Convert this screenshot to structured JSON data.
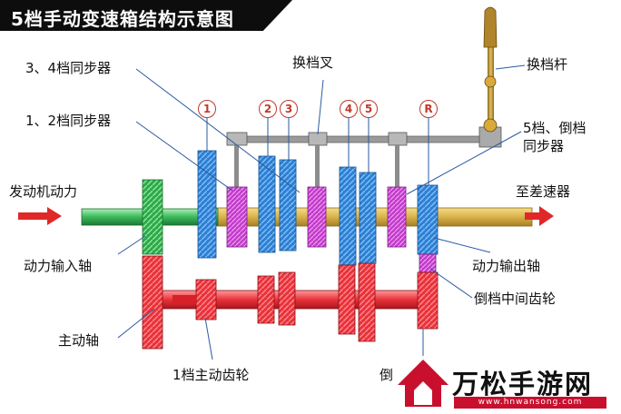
{
  "title": "5档手动变速箱结构示意图",
  "labels": {
    "sync_34": "3、4档同步器",
    "sync_12": "1、2档同步器",
    "shift_fork": "换档叉",
    "shift_lever": "换档杆",
    "sync_5r_line1": "5档、倒档",
    "sync_5r_line2": "同步器",
    "engine_power": "发动机动力",
    "to_differential": "至差速器",
    "input_shaft": "动力输入轴",
    "output_shaft": "动力输出轴",
    "reverse_idler": "倒档中间齿轮",
    "countershaft": "主动轴",
    "gear1_drive": "1档主动齿轮",
    "partial": "倒"
  },
  "gear_numbers": [
    "1",
    "2",
    "3",
    "4",
    "5",
    "R"
  ],
  "watermark": {
    "text": "万松手游网",
    "url": "www.hnwansong.com"
  },
  "colors": {
    "red_gear": "#e8323a",
    "blue_gear": "#2f7fd0",
    "green_gear": "#2ea84a",
    "purple_sync": "#c03cc8",
    "shaft_gold": "#d9b24a",
    "arrow_red": "#e02828",
    "fork_gray": "#8c8c8c"
  }
}
